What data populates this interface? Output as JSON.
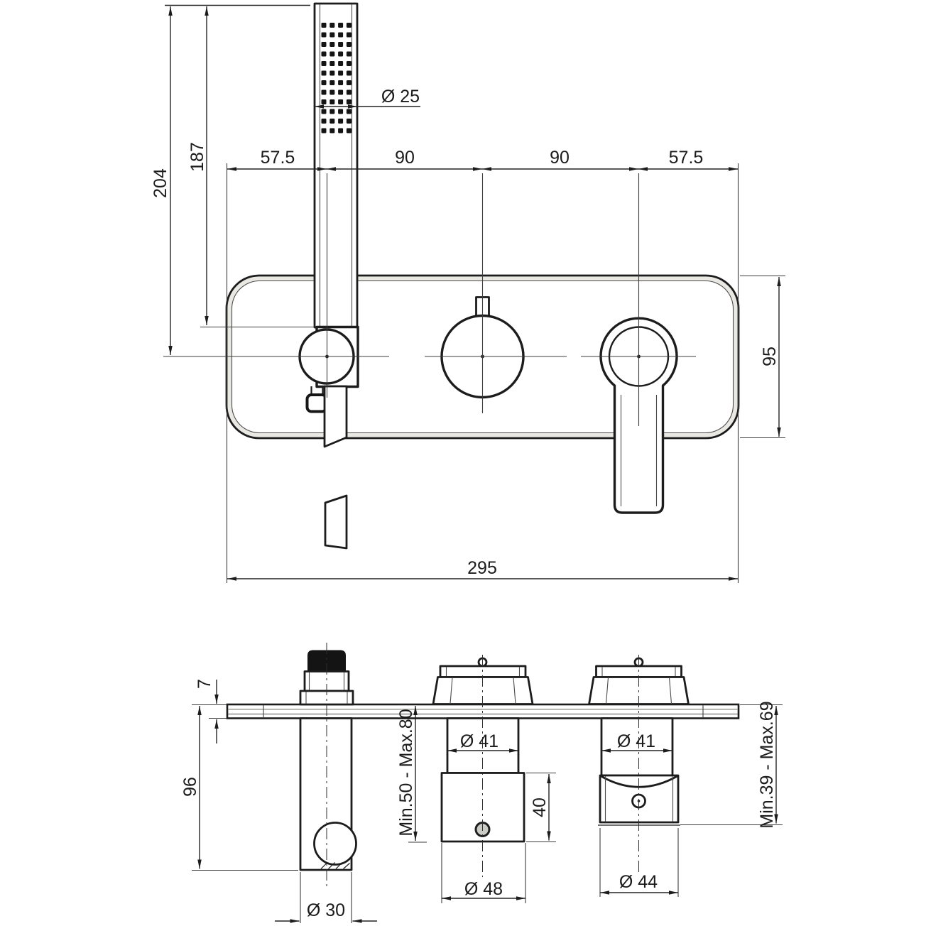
{
  "drawing": {
    "kind": "technical-dimension-drawing",
    "subject": "wall-mounted shower mixer with hand shower, front and side installation views",
    "units": "mm",
    "colors": {
      "line": "#1c1c1c",
      "background": "#ffffff",
      "plate_sheen": "#e9e8e3"
    }
  },
  "front": {
    "dim_left_offset": "57.5",
    "dim_span_left": "90",
    "dim_span_right": "90",
    "dim_right_offset": "57.5",
    "dim_handshower_diameter": "Ø 25",
    "dim_total_height": "204",
    "dim_holder_height": "187",
    "dim_plate_width": "295",
    "dim_plate_height": "95"
  },
  "side": {
    "dim_plate_thickness": "7",
    "dim_holder_length": "96",
    "dim_holder_diameter": "Ø 30",
    "dim_mid_neck_diameter": "Ø 41",
    "dim_right_neck_diameter": "Ø 41",
    "dim_mid_body_height": "40",
    "dim_mid_body_diameter": "Ø 48",
    "dim_right_body_diameter": "Ø 44",
    "dim_mid_depth_range": "Min.50 - Max.80",
    "dim_right_depth_range": "Min.39 - Max.69"
  }
}
